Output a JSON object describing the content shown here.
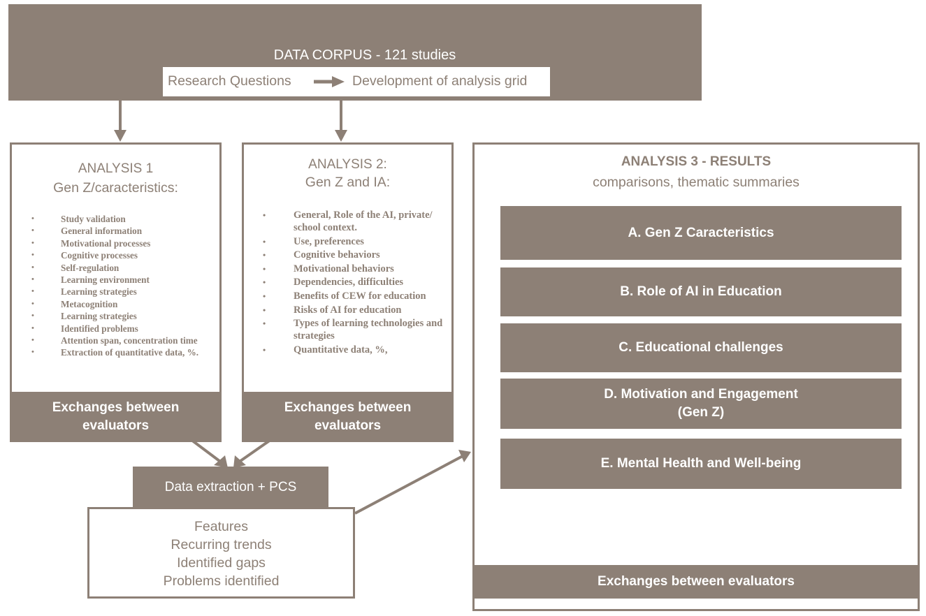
{
  "corpus": {
    "title": "DATA CORPUS - 121 studies",
    "research_questions": "Research Questions",
    "analysis_grid": "Development of analysis grid"
  },
  "analysis1": {
    "title_line1": "ANALYSIS 1",
    "title_line2": "Gen Z/caracteristics:",
    "items": [
      "Study validation",
      "General information",
      "Motivational processes",
      "Cognitive processes",
      "Self-regulation",
      "Learning environment",
      "Learning strategies",
      "Metacognition",
      "Learning strategies",
      "Identified problems",
      "Attention span, concentration time",
      "Extraction of quantitative data, %."
    ],
    "footer_line1": "Exchanges between",
    "footer_line2": "evaluators"
  },
  "analysis2": {
    "title_line1": "ANALYSIS 2:",
    "title_line2": "Gen Z and IA:",
    "items": [
      "General, Role of the AI, private/ school context.",
      "Use, preferences",
      "Cognitive behaviors",
      "Motivational behaviors",
      "Dependencies, difficulties",
      "Benefits of CEW for education",
      "Risks of AI for education",
      "Types of learning technologies and strategies",
      "Quantitative data, %,"
    ],
    "footer_line1": "Exchanges between",
    "footer_line2": "evaluators"
  },
  "extraction": {
    "header": "Data extraction  + PCS",
    "lines": [
      "Features",
      "Recurring trends",
      "Identified gaps",
      "Problems identified"
    ]
  },
  "analysis3": {
    "title": "ANALYSIS 3 - RESULTS",
    "subtitle": "comparisons, thematic summaries",
    "bars": [
      {
        "line1": "A. Gen Z Caracteristics",
        "line2": ""
      },
      {
        "line1": "B. Role of AI in Education",
        "line2": ""
      },
      {
        "line1": "C. Educational challenges",
        "line2": ""
      },
      {
        "line1": "D. Motivation and Engagement",
        "line2": "(Gen Z)"
      },
      {
        "line1": "E. Mental Health and Well-being",
        "line2": ""
      }
    ],
    "footer": "Exchanges between evaluators"
  },
  "colors": {
    "primary": "#8d8076",
    "background": "#ffffff"
  }
}
